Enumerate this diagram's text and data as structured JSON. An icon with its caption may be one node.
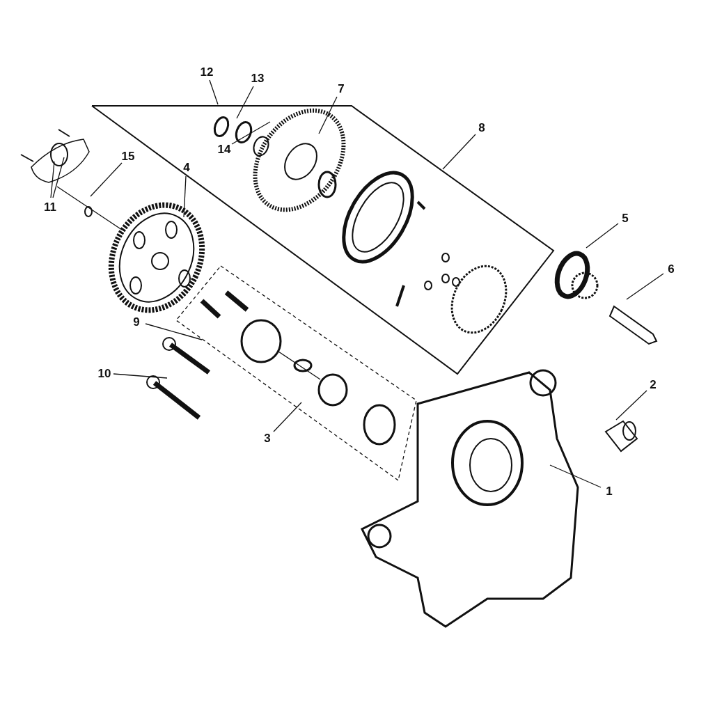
{
  "diagram": {
    "nodes": [
      {
        "text": [
          "12"
        ]
      },
      {
        "text": [
          "13"
        ]
      },
      {
        "text": [
          "7"
        ]
      },
      {
        "text": [
          "8"
        ]
      },
      {
        "text": [
          "14"
        ]
      },
      {
        "text": [
          "15"
        ]
      },
      {
        "text": [
          "11"
        ]
      },
      {
        "text": [
          "4"
        ]
      },
      {
        "text": [
          "5"
        ]
      },
      {
        "text": [
          "6"
        ]
      },
      {
        "text": [
          "9"
        ]
      },
      {
        "text": [
          "10"
        ]
      },
      {
        "text": [
          "3"
        ]
      },
      {
        "text": [
          "2"
        ]
      },
      {
        "text": [
          "1"
        ]
      }
    ],
    "edges": [
      {
        "from": 0,
        "to": null,
        "arrow": "none"
      },
      {
        "from": 1,
        "to": null,
        "arrow": "none"
      },
      {
        "from": 2,
        "to": null,
        "arrow": "none"
      },
      {
        "from": 3,
        "to": null,
        "arrow": "none"
      },
      {
        "from": 4,
        "to": null,
        "arrow": "none"
      },
      {
        "from": 5,
        "to": null,
        "arrow": "none"
      },
      {
        "from": 6,
        "to": null,
        "arrow": "none"
      },
      {
        "from": 6,
        "to": null,
        "arrow": "none"
      },
      {
        "from": 7,
        "to": null,
        "arrow": "none"
      },
      {
        "from": 8,
        "to": null,
        "arrow": "none"
      },
      {
        "from": 9,
        "to": null,
        "arrow": "none"
      },
      {
        "from": 10,
        "to": null,
        "arrow": "none"
      },
      {
        "from": 11,
        "to": null,
        "arrow": "none"
      },
      {
        "from": 12,
        "to": null,
        "arrow": "none"
      },
      {
        "from": 13,
        "to": null,
        "arrow": "none"
      },
      {
        "from": 14,
        "to": null,
        "arrow": "none"
      }
    ]
  }
}
